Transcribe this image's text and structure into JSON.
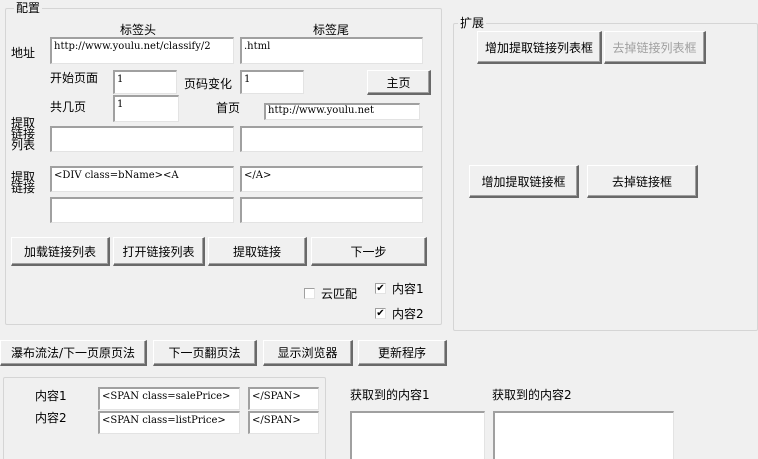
{
  "config": {
    "title": "配置",
    "col_head_label": "标签头",
    "col_tail_label": "标签尾",
    "address_label": "地址",
    "address_head_value": "http://www.youlu.net/classify/2",
    "address_tail_value": ".html",
    "start_page_label": "开始页面",
    "start_page_value": "1",
    "page_step_label": "页码变化",
    "page_step_value": "1",
    "home_button": "主页",
    "total_pages_label": "共几页",
    "total_pages_value": "1",
    "home_page_label": "首页",
    "home_page_value": "http://www.youlu.net",
    "extract_list_label": "提取\n链接\n列表",
    "extract_list_label_lines": [
      "提取",
      "链接",
      "列表"
    ],
    "extract_list_head_value": "",
    "extract_list_tail_value": "",
    "extract_link_label_lines": [
      "提取",
      "链接"
    ],
    "extract_link_head_value": "<DIV class=bName><A",
    "extract_link_tail_value": "</A>",
    "extract_link2_head_value": "",
    "extract_link2_tail_value": "",
    "buttons": {
      "load_list": "加载链接列表",
      "open_list": "打开链接列表",
      "extract_links": "提取链接",
      "next_step": "下一步"
    },
    "checkboxes": {
      "cloud_match": {
        "label": "云匹配",
        "checked": false
      },
      "content1": {
        "label": "内容1",
        "checked": true
      },
      "content2": {
        "label": "内容2",
        "checked": true
      }
    }
  },
  "extend": {
    "title": "扩展",
    "add_list_box": "增加提取链接列表框",
    "remove_list_box": "去掉链接列表框",
    "add_link_box": "增加提取链接框",
    "remove_link_box": "去掉链接框"
  },
  "toolbar": {
    "waterfall": "瀑布流法/下一页原页法",
    "next_page": "下一页翻页法",
    "show_browser": "显示浏览器",
    "update": "更新程序"
  },
  "content": {
    "content1_label": "内容1",
    "content1_head": "<SPAN class=salePrice>",
    "content1_tail": "</SPAN>",
    "content2_label": "内容2",
    "content2_head": "<SPAN class=listPrice>",
    "content2_tail": "</SPAN>",
    "result1_label": "获取到的内容1",
    "result2_label": "获取到的内容2",
    "result1_value": "",
    "result2_value": ""
  }
}
